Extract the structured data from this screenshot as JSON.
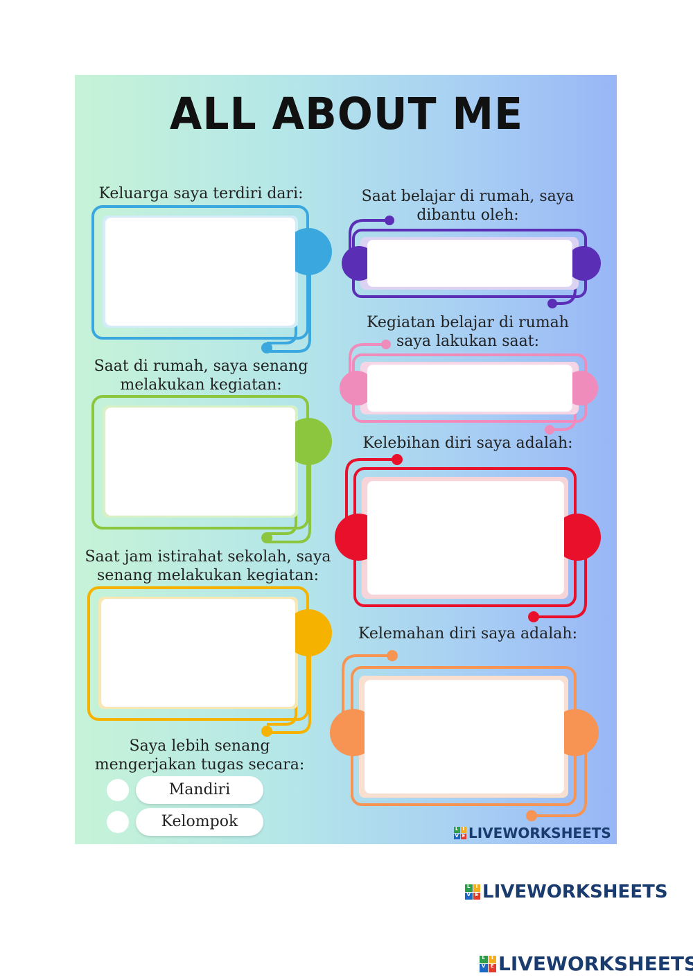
{
  "title": "ALL ABOUT ME",
  "colors": {
    "blue": "#3aa8de",
    "purple": "#5a2fb5",
    "green": "#8cc63f",
    "pink": "#f08cbc",
    "red": "#e8102a",
    "yellow": "#f5b300",
    "orange": "#f79454"
  },
  "sections": {
    "keluarga": "Keluarga saya terdiri dari:",
    "dibantu_1": "Saat belajar di rumah, saya",
    "dibantu_2": "dibantu oleh:",
    "kegiatan_belajar_1": "Kegiatan belajar di rumah",
    "kegiatan_belajar_2": "saya lakukan saat:",
    "senang_1": "Saat di rumah, saya senang",
    "senang_2": "melakukan kegiatan:",
    "kelebihan": "Kelebihan diri saya adalah:",
    "istirahat_1": "Saat jam istirahat sekolah, saya",
    "istirahat_2": "senang melakukan kegiatan:",
    "kelemahan": "Kelemahan diri saya adalah:",
    "tugas_1": "Saya lebih senang",
    "tugas_2": "mengerjakan tugas secara:"
  },
  "options": [
    "Mandiri",
    "Kelompok"
  ],
  "brand": "LIVEWORKSHEETS",
  "logo_letters": [
    "L",
    "I",
    "V",
    "E"
  ]
}
